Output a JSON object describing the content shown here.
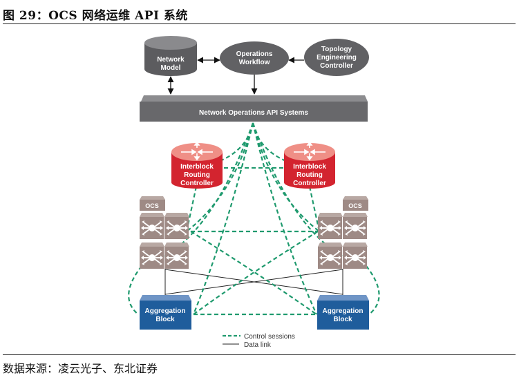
{
  "figure": {
    "title": "图 29：OCS 网络运维 API 系统",
    "source": "数据来源：凌云光子、东北证券"
  },
  "diagram": {
    "nodes": {
      "network_model": {
        "lines": [
          "Network",
          "Model"
        ],
        "shape": "cylinder",
        "color": "#6b6b6e"
      },
      "operations_workflow": {
        "lines": [
          "Operations",
          "Workflow"
        ],
        "shape": "ellipse",
        "color": "#6b6b6e"
      },
      "topology_controller": {
        "lines": [
          "Topology",
          "Engineering",
          "Controller"
        ],
        "shape": "ellipse",
        "color": "#6b6b6e"
      },
      "api_systems": {
        "label": "Network Operations API Systems",
        "shape": "slab",
        "color": "#6b6b6e"
      },
      "irc_left": {
        "lines": [
          "Interblock",
          "Routing",
          "Controller"
        ],
        "shape": "router-cylinder",
        "color": "#d3242f"
      },
      "irc_right": {
        "lines": [
          "Interblock",
          "Routing",
          "Controller"
        ],
        "shape": "router-cylinder",
        "color": "#d3242f"
      },
      "ocs_left": {
        "label": "OCS",
        "color": "#9e8a85"
      },
      "ocs_right": {
        "label": "OCS",
        "color": "#9e8a85"
      },
      "agg_left": {
        "lines": [
          "Aggregation",
          "Block"
        ],
        "color": "#1f5d9c"
      },
      "agg_right": {
        "lines": [
          "Aggregation",
          "Block"
        ],
        "color": "#1f5d9c"
      }
    },
    "edges": [
      {
        "from": "network_model",
        "to": "operations_workflow",
        "type": "bidirectional"
      },
      {
        "from": "topology_controller",
        "to": "operations_workflow",
        "type": "arrow"
      },
      {
        "from": "network_model",
        "to": "api_systems",
        "type": "bidirectional"
      },
      {
        "from": "operations_workflow",
        "to": "api_systems",
        "type": "arrow"
      }
    ],
    "legend": [
      {
        "label": "Control sessions",
        "style": "dashed",
        "color": "#1f9a6e"
      },
      {
        "label": "Data link",
        "style": "solid",
        "color": "#222222"
      }
    ]
  }
}
